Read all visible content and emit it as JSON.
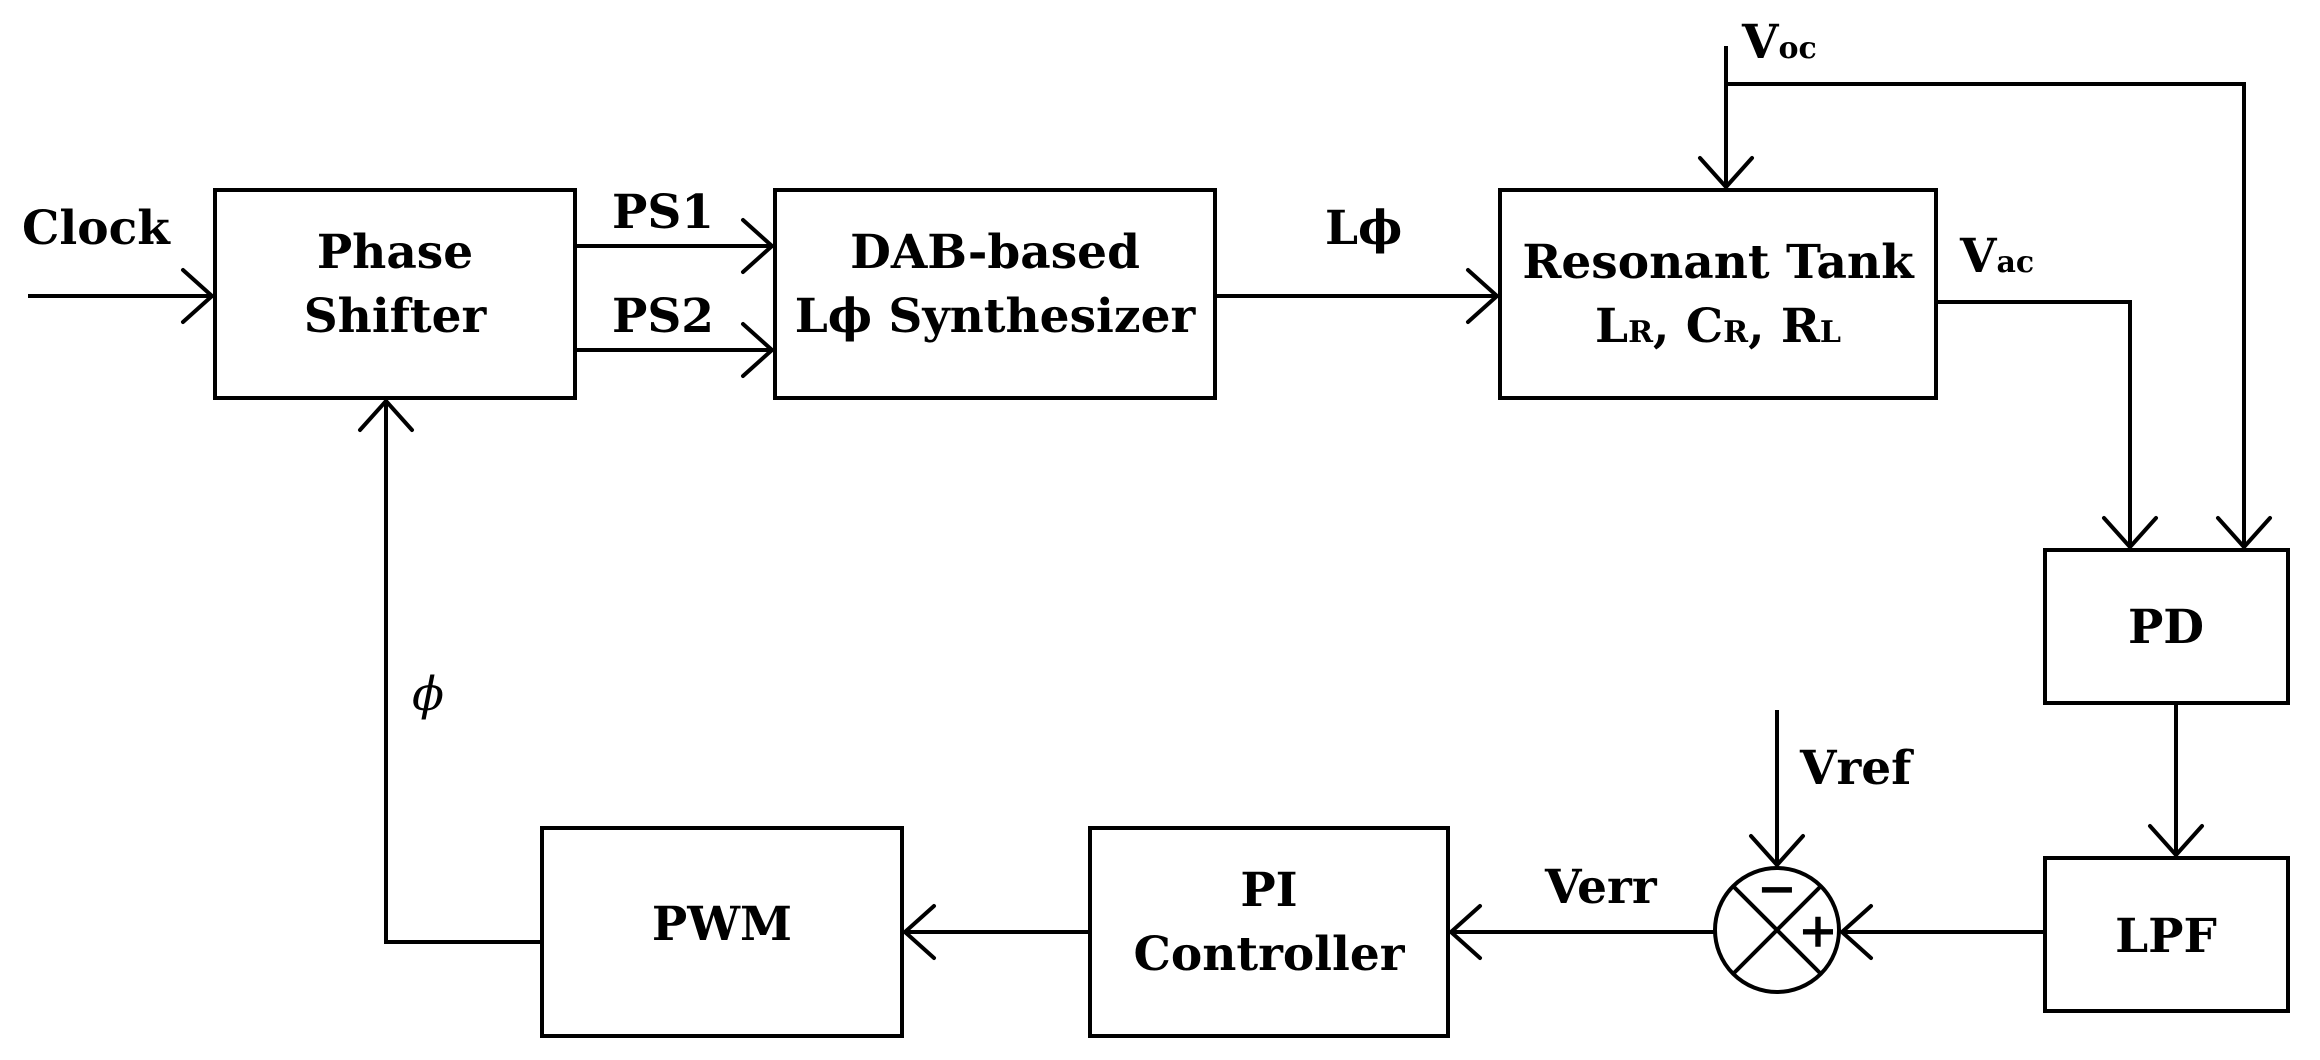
{
  "blocks": {
    "phase_shifter": [
      "Phase",
      "Shifter"
    ],
    "dab": [
      "DAB-based",
      "Lϕ Synthesizer"
    ],
    "tank": {
      "line1": "Resonant Tank",
      "l": "L",
      "l_sub": "R",
      "c": "C",
      "c_sub": "R",
      "r": "R",
      "r_sub": "L",
      "sep": ", "
    },
    "pd": "PD",
    "lpf": "LPF",
    "pi": [
      "PI",
      "Controller"
    ],
    "pwm": "PWM"
  },
  "signals": {
    "clock": "Clock",
    "ps1": "PS1",
    "ps2": "PS2",
    "lphi": "Lϕ",
    "voc": "V",
    "voc_sub": "oc",
    "vac": "V",
    "vac_sub": "ac",
    "vref": "Vref",
    "verr": "Verr",
    "phi": "ϕ"
  },
  "summer": {
    "minus": "−",
    "plus": "+"
  }
}
